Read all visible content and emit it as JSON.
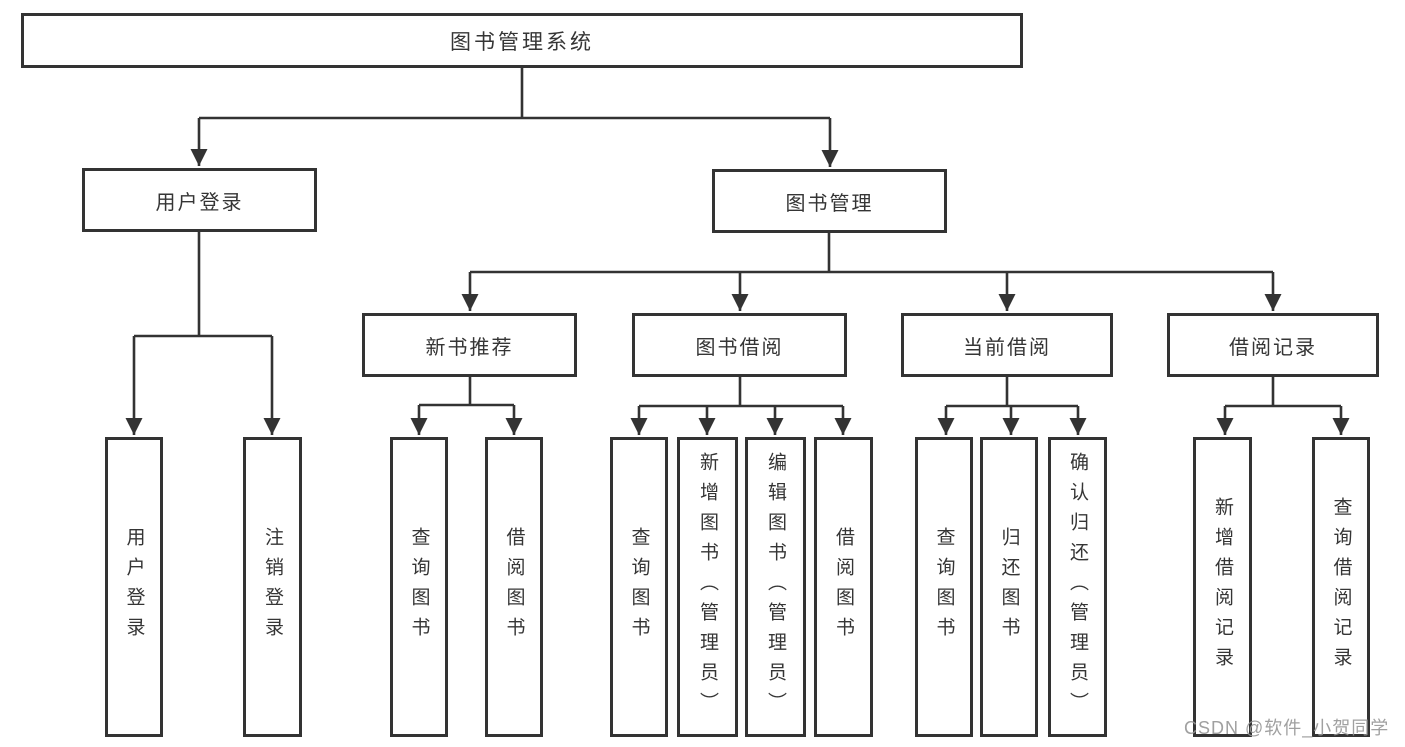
{
  "watermark": {
    "text": "CSDN @软件_小贺同学"
  },
  "tree": {
    "root": {
      "label": "图书管理系统"
    },
    "branches": [
      {
        "label": "用户登录",
        "children": [
          {
            "label": "用户登录"
          },
          {
            "label": "注销登录"
          }
        ]
      },
      {
        "label": "图书管理",
        "children": [
          {
            "label": "新书推荐",
            "children": [
              {
                "label": "查询图书"
              },
              {
                "label": "借阅图书"
              }
            ]
          },
          {
            "label": "图书借阅",
            "children": [
              {
                "label": "查询图书"
              },
              {
                "label": "新增图书（管理员）"
              },
              {
                "label": "编辑图书（管理员）"
              },
              {
                "label": "借阅图书"
              }
            ]
          },
          {
            "label": "当前借阅",
            "children": [
              {
                "label": "查询图书"
              },
              {
                "label": "归还图书"
              },
              {
                "label": "确认归还（管理员）"
              }
            ]
          },
          {
            "label": "借阅记录",
            "children": [
              {
                "label": "新增借阅记录"
              },
              {
                "label": "查询借阅记录"
              }
            ]
          }
        ]
      }
    ]
  }
}
